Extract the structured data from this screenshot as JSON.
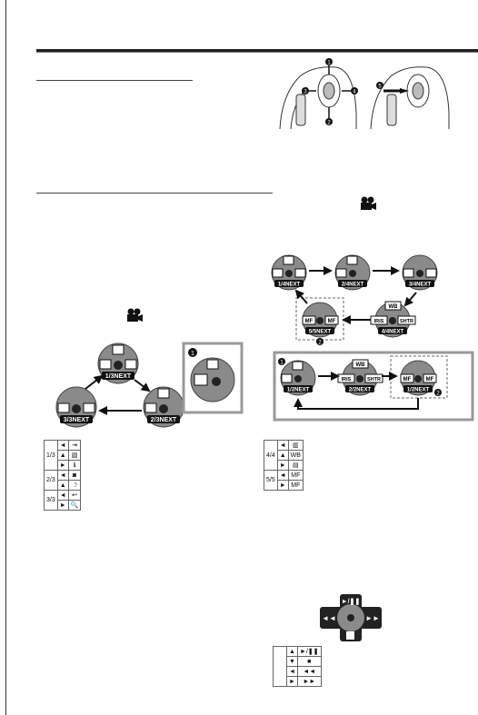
{
  "menus": {
    "left": {
      "pages": [
        "1/3NEXT",
        "2/3NEXT",
        "3/3NEXT"
      ],
      "table_rows": [
        {
          "page": "1/3",
          "dir": "◄",
          "icon": "⇥"
        },
        {
          "page": "",
          "dir": "▲",
          "icon": "▧"
        },
        {
          "page": "",
          "dir": "►",
          "icon": "ℹ"
        },
        {
          "page": "2/3",
          "dir": "◄",
          "icon": "◙"
        },
        {
          "page": "",
          "dir": "▲",
          "icon": "☽"
        },
        {
          "page": "3/3",
          "dir": "◄",
          "icon": "↩"
        },
        {
          "page": "",
          "dir": "►",
          "icon": "🔍"
        }
      ]
    },
    "right": {
      "pages": [
        "1/4NEXT",
        "2/4NEXT",
        "3/4NEXT",
        "4/4NEXT",
        "5/5NEXT"
      ],
      "alt_pages": [
        "1/2NEXT",
        "2/2NEXT",
        "1/2NEXT"
      ],
      "buttons": {
        "wb": "WB",
        "iris": "IRIS",
        "shtr": "SHTR",
        "mf": "MF"
      },
      "table_rows": [
        {
          "page": "4/4",
          "dir": "◄",
          "icon": "▥"
        },
        {
          "page": "",
          "dir": "▲",
          "icon": "WB"
        },
        {
          "page": "",
          "dir": "►",
          "icon": "▤"
        },
        {
          "page": "5/5",
          "dir": "◄",
          "icon": "MF"
        },
        {
          "page": "",
          "dir": "►",
          "icon": "MF"
        }
      ]
    },
    "playback": {
      "table_rows": [
        {
          "dir": "▲",
          "icon": "►/❚❚"
        },
        {
          "dir": "▼",
          "icon": "■"
        },
        {
          "dir": "◄",
          "icon": "◄◄"
        },
        {
          "dir": "►",
          "icon": "►►"
        }
      ]
    },
    "callouts": [
      "1",
      "2",
      "3",
      "4",
      "5"
    ]
  }
}
